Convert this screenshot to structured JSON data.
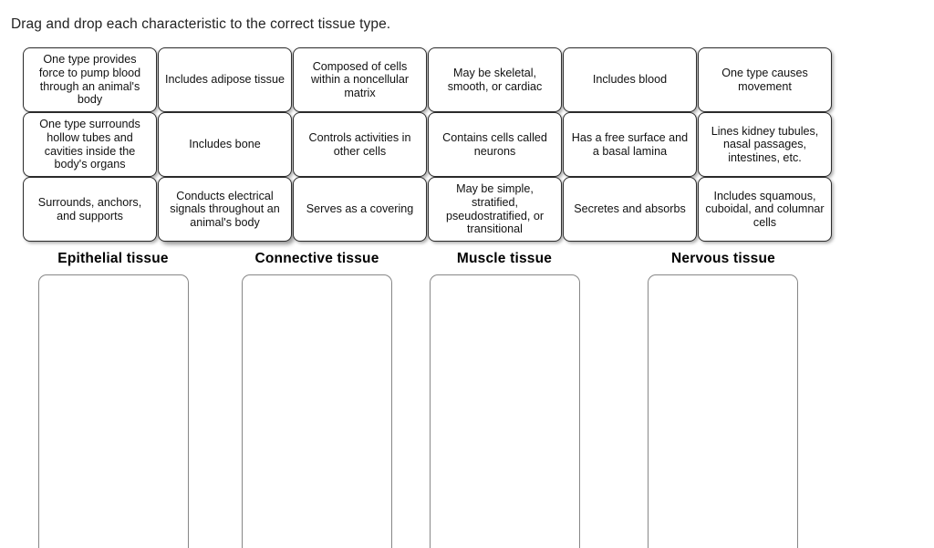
{
  "instruction": "Drag and drop each characteristic to the correct tissue type.",
  "cards": [
    {
      "text": "One type provides force to pump blood through an animal's body",
      "raised": false
    },
    {
      "text": "Includes adipose tissue",
      "raised": false
    },
    {
      "text": "Composed of cells within a noncellular matrix",
      "raised": false
    },
    {
      "text": "May be skeletal, smooth, or cardiac",
      "raised": false
    },
    {
      "text": "Includes blood",
      "raised": false
    },
    {
      "text": "One type causes movement",
      "raised": false
    },
    {
      "text": "One type surrounds hollow tubes and cavities inside the body's organs",
      "raised": false
    },
    {
      "text": "Includes bone",
      "raised": false
    },
    {
      "text": "Controls activities in other cells",
      "raised": false
    },
    {
      "text": "Contains cells called neurons",
      "raised": false
    },
    {
      "text": "Has a free surface and a basal lamina",
      "raised": false
    },
    {
      "text": "Lines kidney tubules, nasal passages, intestines, etc.",
      "raised": false
    },
    {
      "text": "Surrounds, anchors, and supports",
      "raised": false
    },
    {
      "text": "Conducts electrical signals throughout an animal's body",
      "raised": true
    },
    {
      "text": "Serves as a covering",
      "raised": false
    },
    {
      "text": "May be simple, stratified, pseudostratified, or transitional",
      "raised": false
    },
    {
      "text": "Secretes and absorbs",
      "raised": false
    },
    {
      "text": "Includes squamous, cuboidal, and columnar cells",
      "raised": false
    }
  ],
  "zones": [
    {
      "title": "Epithelial  tissue",
      "items": []
    },
    {
      "title": "Connective  tissue",
      "items": []
    },
    {
      "title": "Muscle  tissue",
      "items": []
    },
    {
      "title": "Nervous  tissue",
      "items": []
    }
  ],
  "colors": {
    "card_border": "#2b2b2b",
    "zone_border": "#878787",
    "background": "#ffffff",
    "text": "#111111"
  }
}
